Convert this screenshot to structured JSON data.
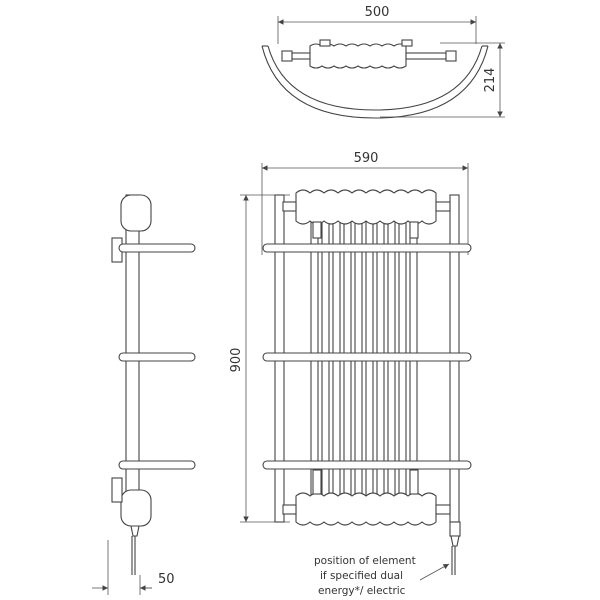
{
  "dimensions": {
    "top_width": "500",
    "top_depth": "214",
    "front_width": "590",
    "front_height": "900",
    "side_projection": "50"
  },
  "note": {
    "line1": "position of element",
    "line2": "if specified dual",
    "line3": "energy*/ electric"
  },
  "colors": {
    "line": "#444444",
    "background": "#ffffff"
  }
}
